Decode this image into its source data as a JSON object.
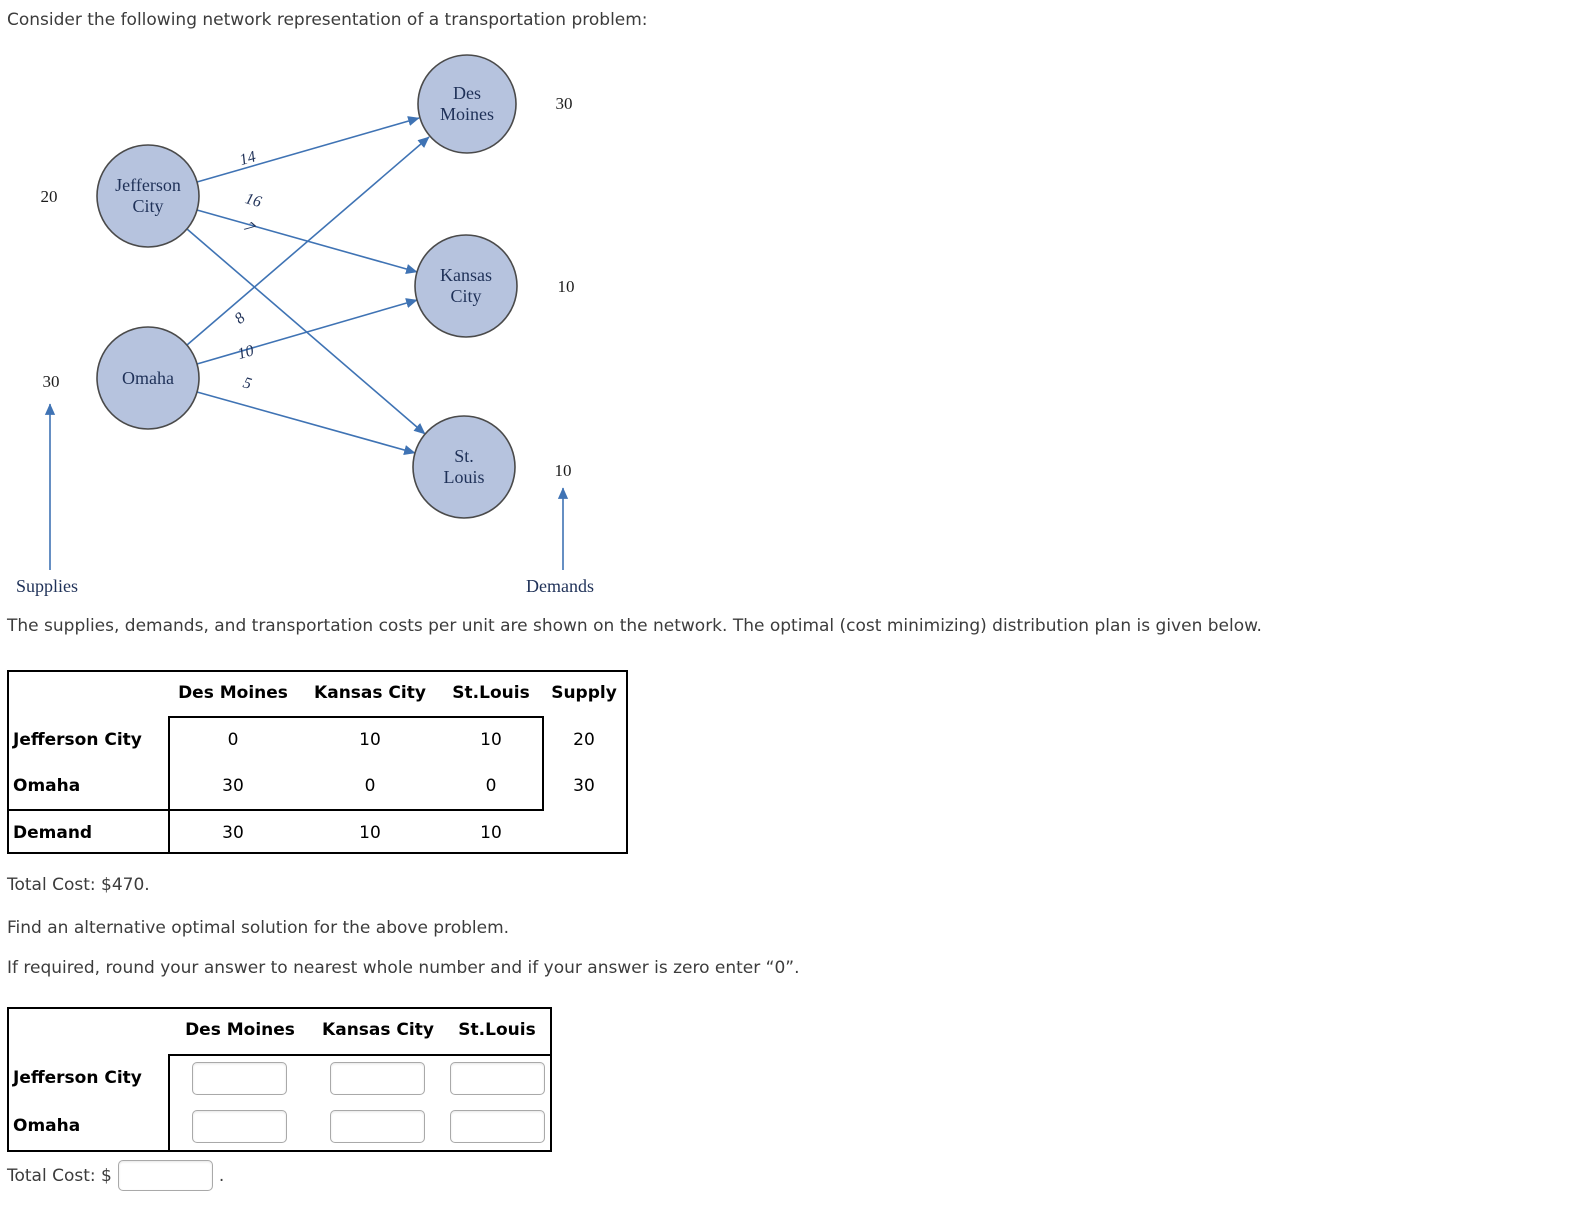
{
  "page": {
    "title": "Consider the following network representation of a transportation problem:",
    "description": "The supplies, demands, and transportation costs per unit are shown on the network. The optimal (cost minimizing) distribution plan is given below.",
    "total_cost_text": "Total Cost: $470.",
    "find_text": "Find an alternative optimal solution for the above problem.",
    "round_text": "If required, round your answer to nearest whole number and if your answer is zero enter “0”.",
    "answer_total_label": "Total Cost: $",
    "answer_total_suffix": "."
  },
  "diagram": {
    "supplies_label": "Supplies",
    "demands_label": "Demands",
    "supply_nodes": [
      {
        "name": "Jefferson City",
        "line1": "Jefferson",
        "line2": "City",
        "supply": "20"
      },
      {
        "name": "Omaha",
        "line1": "Omaha",
        "supply": "30"
      }
    ],
    "demand_nodes": [
      {
        "name": "Des Moines",
        "line1": "Des",
        "line2": "Moines",
        "demand": "30"
      },
      {
        "name": "Kansas City",
        "line1": "Kansas",
        "line2": "City",
        "demand": "10"
      },
      {
        "name": "St. Louis",
        "line1": "St.",
        "line2": "Louis",
        "demand": "10"
      }
    ],
    "edges": [
      {
        "from": "Jefferson City",
        "to": "Des Moines",
        "cost": "14"
      },
      {
        "from": "Jefferson City",
        "to": "Kansas City",
        "cost": "16"
      },
      {
        "from": "Jefferson City",
        "to": "St. Louis",
        "cost": "7"
      },
      {
        "from": "Omaha",
        "to": "Des Moines",
        "cost": "8"
      },
      {
        "from": "Omaha",
        "to": "Kansas City",
        "cost": "10"
      },
      {
        "from": "Omaha",
        "to": "St. Louis",
        "cost": "5"
      }
    ],
    "colors": {
      "node_fill": "#b6c3de",
      "node_border": "#4a4a4a",
      "arrow": "#3f73b4"
    }
  },
  "optimal_table": {
    "col_headers": [
      "Des Moines",
      "Kansas City",
      "St.Louis",
      "Supply"
    ],
    "rows": [
      {
        "label": "Jefferson City",
        "values": [
          "0",
          "10",
          "10",
          "20"
        ]
      },
      {
        "label": "Omaha",
        "values": [
          "30",
          "0",
          "0",
          "30"
        ]
      }
    ],
    "demand_row": {
      "label": "Demand",
      "values": [
        "30",
        "10",
        "10"
      ]
    }
  },
  "answer_table": {
    "col_headers": [
      "Des Moines",
      "Kansas City",
      "St.Louis"
    ],
    "row_labels": [
      "Jefferson City",
      "Omaha"
    ],
    "inputs": [
      [
        "",
        "",
        ""
      ],
      [
        "",
        "",
        ""
      ]
    ],
    "total_cost_input": ""
  }
}
